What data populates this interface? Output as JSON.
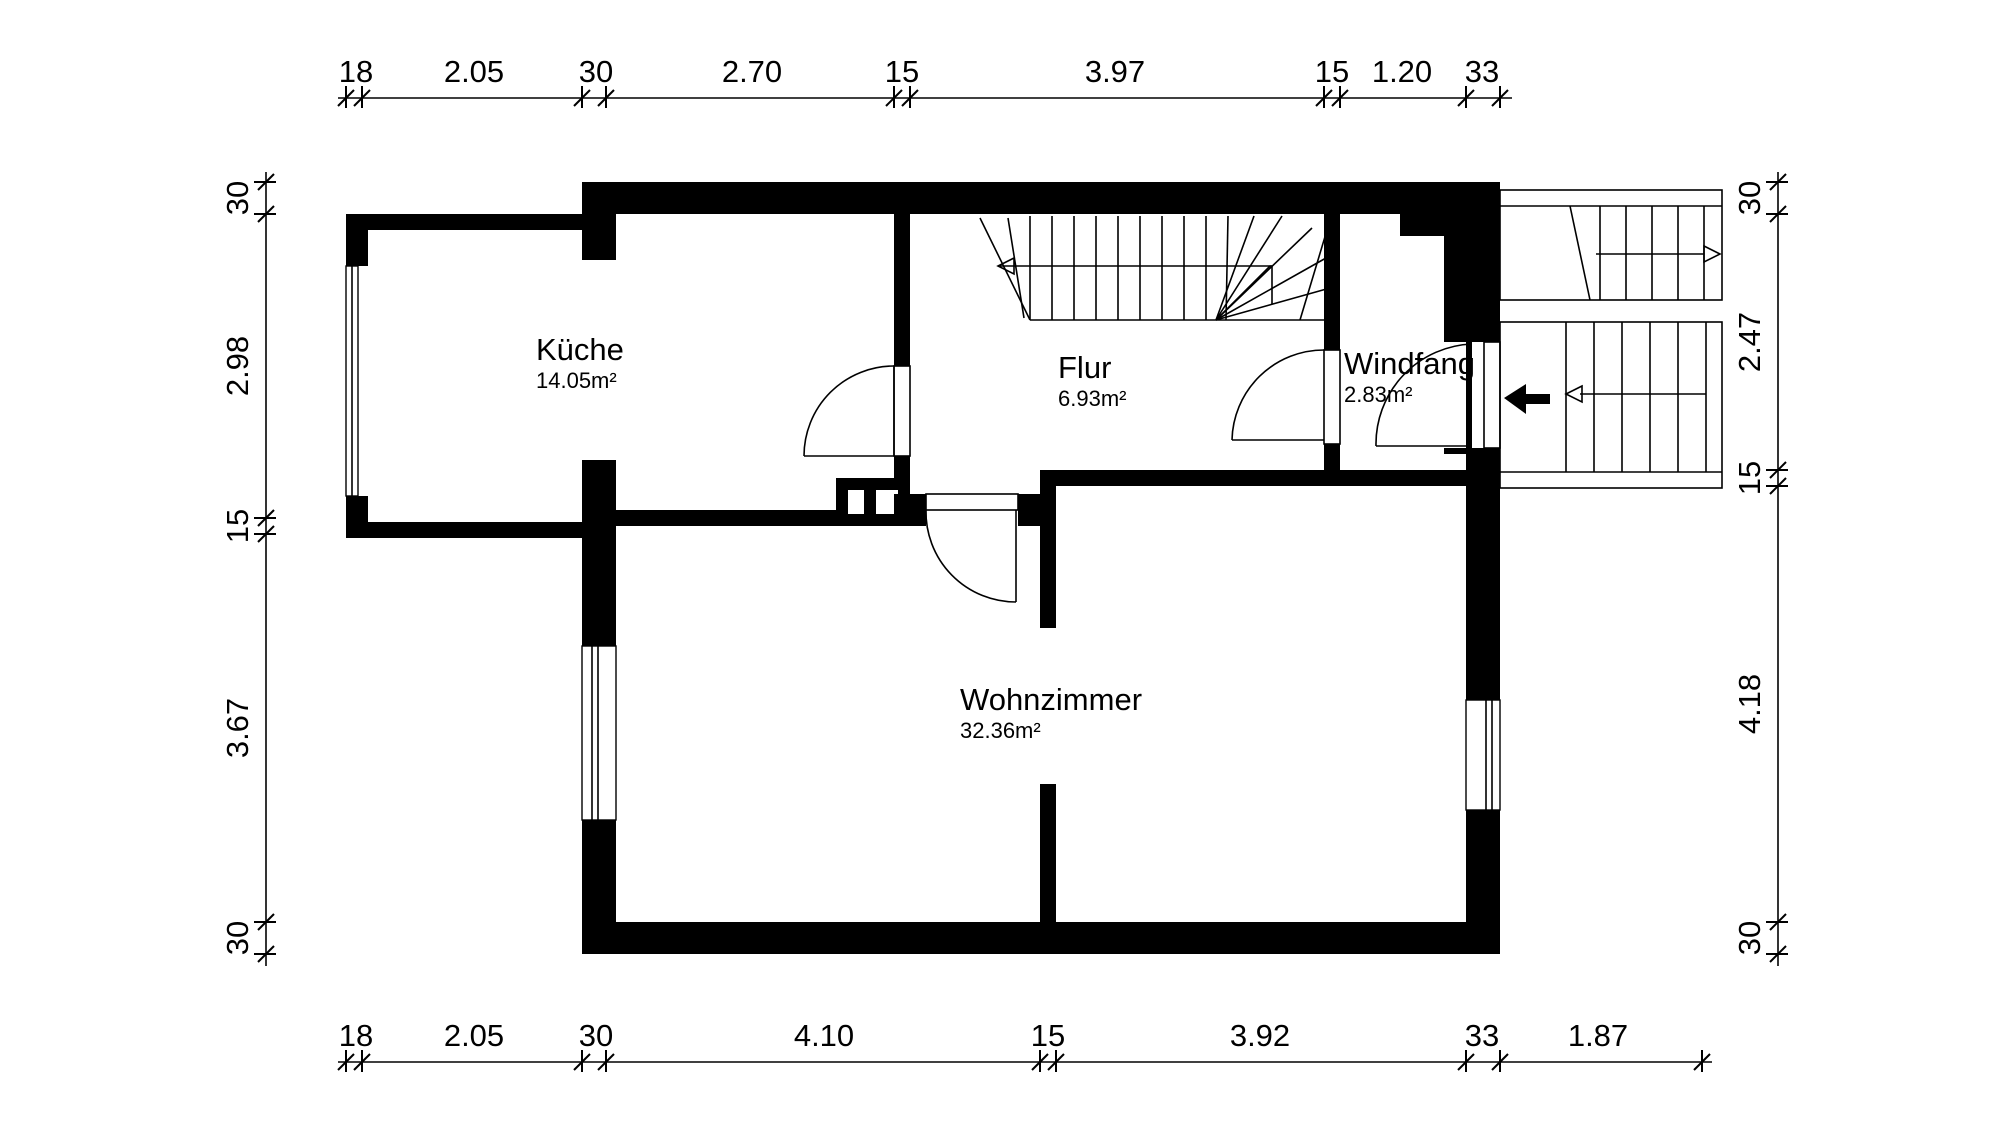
{
  "rooms": {
    "kueche": {
      "name": "Küche",
      "area": "14.05m²"
    },
    "flur": {
      "name": "Flur",
      "area": "6.93m²"
    },
    "windfang": {
      "name": "Windfang",
      "area": "2.83m²"
    },
    "wohnzimmer": {
      "name": "Wohnzimmer",
      "area": "32.36m²"
    }
  },
  "dimensions": {
    "top": [
      "18",
      "2.05",
      "30",
      "2.70",
      "15",
      "3.97",
      "15",
      "1.20",
      "33"
    ],
    "bottom": [
      "18",
      "2.05",
      "30",
      "4.10",
      "15",
      "3.92",
      "33",
      "1.87"
    ],
    "left": [
      "30",
      "2.98",
      "15",
      "3.67",
      "30"
    ],
    "right": [
      "30",
      "2.47",
      "15",
      "4.18",
      "30"
    ]
  }
}
